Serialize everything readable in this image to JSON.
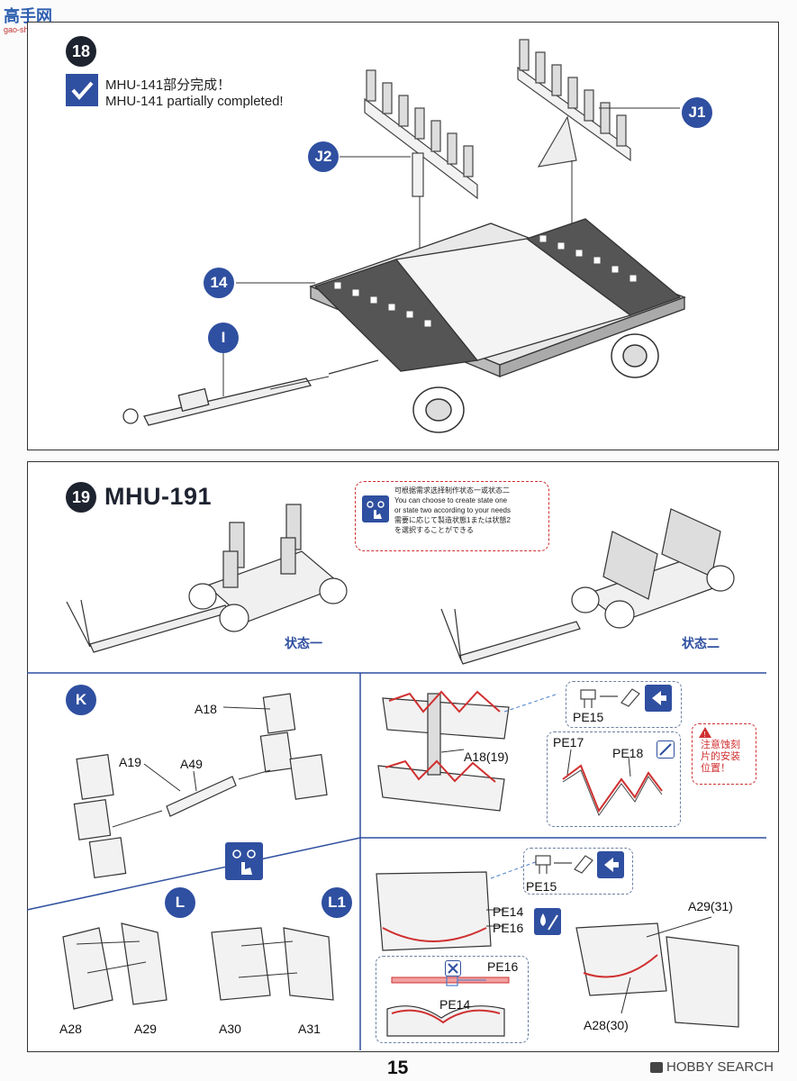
{
  "site_logo": {
    "text": "高手网",
    "url_text": "gao-shou.com"
  },
  "step18": {
    "number": "18",
    "completed_cn": "MHU-141部分完成！",
    "completed_en": "MHU-141 partially completed!",
    "parts": {
      "J1": "J1",
      "J2": "J2",
      "p14": "14",
      "I": "I"
    }
  },
  "step19": {
    "number": "19",
    "title": "MHU-191",
    "note_cn": "可根据需求选择制作状态一或状态二",
    "note_en1": "You can choose to create state one",
    "note_en2": "or state two according to your needs",
    "note_jp1": "需要に応じて製造状態1または状態2",
    "note_jp2": "を選択することができる",
    "state1": "状态一",
    "state2": "状态二"
  },
  "subK": {
    "label": "K",
    "parts": [
      "A18",
      "A19",
      "A49"
    ]
  },
  "subA18": {
    "a18_19": "A18(19)",
    "pe15": "PE15",
    "pe17": "PE17",
    "pe18": "PE18",
    "warn1": "注意蚀刻",
    "warn2": "片的安装",
    "warn3": "位置！"
  },
  "subL": {
    "L": "L",
    "L1": "L1",
    "parts": [
      "A28",
      "A29",
      "A30",
      "A31"
    ]
  },
  "subPE": {
    "pe15": "PE15",
    "pe14": "PE14",
    "pe16": "PE16",
    "pe16b": "PE16",
    "pe14b": "PE14",
    "a29_31": "A29(31)",
    "a28_30": "A28(30)"
  },
  "footer": {
    "page_number": "15",
    "watermark": "HOBBY SEARCH"
  }
}
